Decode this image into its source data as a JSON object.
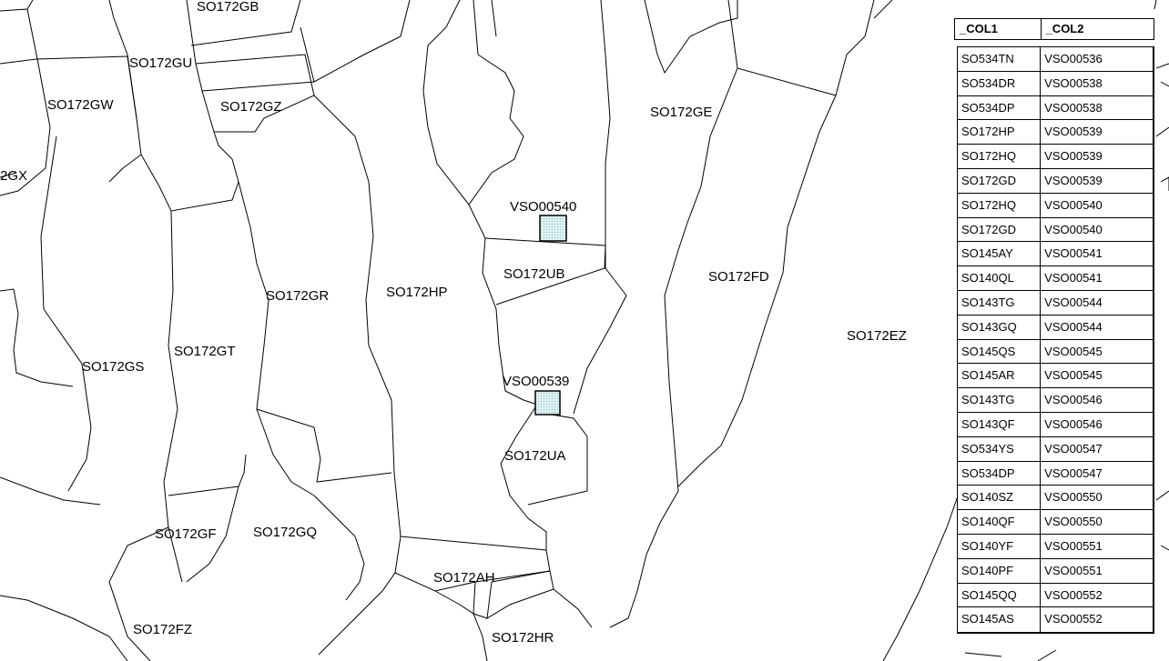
{
  "map": {
    "parcel_labels": [
      "SO172GB",
      "SO172GU",
      "SO172GW",
      "SO172GZ",
      "SO172GE",
      "2GX",
      "VSO00540",
      "SO172UB",
      "SO172FD",
      "SO172GR",
      "SO172HP",
      "SO172EZ",
      "SO172GT",
      "SO172GS",
      "VSO00539",
      "SO172UA",
      "SO172GF",
      "SO172GQ",
      "SO172AH",
      "SO172FZ",
      "SO172HR"
    ],
    "marker_color": "#cfe9ea"
  },
  "table": {
    "headers": [
      "_COL1",
      "_COL2"
    ],
    "rows": [
      [
        "SO534TN",
        "VSO00536"
      ],
      [
        "SO534DR",
        "VSO00538"
      ],
      [
        "SO534DP",
        "VSO00538"
      ],
      [
        "SO172HP",
        "VSO00539"
      ],
      [
        "SO172HQ",
        "VSO00539"
      ],
      [
        "SO172GD",
        "VSO00539"
      ],
      [
        "SO172HQ",
        "VSO00540"
      ],
      [
        "SO172GD",
        "VSO00540"
      ],
      [
        "SO145AY",
        "VSO00541"
      ],
      [
        "SO140QL",
        "VSO00541"
      ],
      [
        "SO143TG",
        "VSO00544"
      ],
      [
        "SO143GQ",
        "VSO00544"
      ],
      [
        "SO145QS",
        "VSO00545"
      ],
      [
        "SO145AR",
        "VSO00545"
      ],
      [
        "SO143TG",
        "VSO00546"
      ],
      [
        "SO143QF",
        "VSO00546"
      ],
      [
        "SO534YS",
        "VSO00547"
      ],
      [
        "SO534DP",
        "VSO00547"
      ],
      [
        "SO140SZ",
        "VSO00550"
      ],
      [
        "SO140QF",
        "VSO00550"
      ],
      [
        "SO140YF",
        "VSO00551"
      ],
      [
        "SO140PF",
        "VSO00551"
      ],
      [
        "SO145QQ",
        "VSO00552"
      ],
      [
        "SO145AS",
        "VSO00552"
      ]
    ]
  }
}
